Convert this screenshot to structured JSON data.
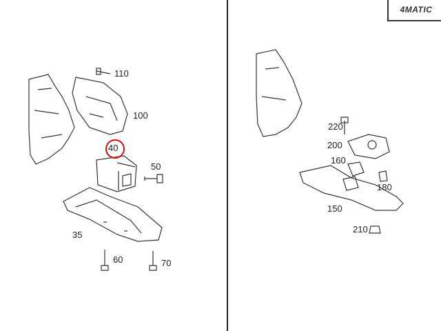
{
  "logo": {
    "text": "4MATIC"
  },
  "highlight_color": "#d01010",
  "left_panel": {
    "labels": [
      "110",
      "100",
      "40",
      "50",
      "35",
      "60",
      "70"
    ],
    "highlighted_part": "40"
  },
  "right_panel": {
    "labels": [
      "220",
      "200",
      "160",
      "180",
      "150",
      "210"
    ]
  }
}
